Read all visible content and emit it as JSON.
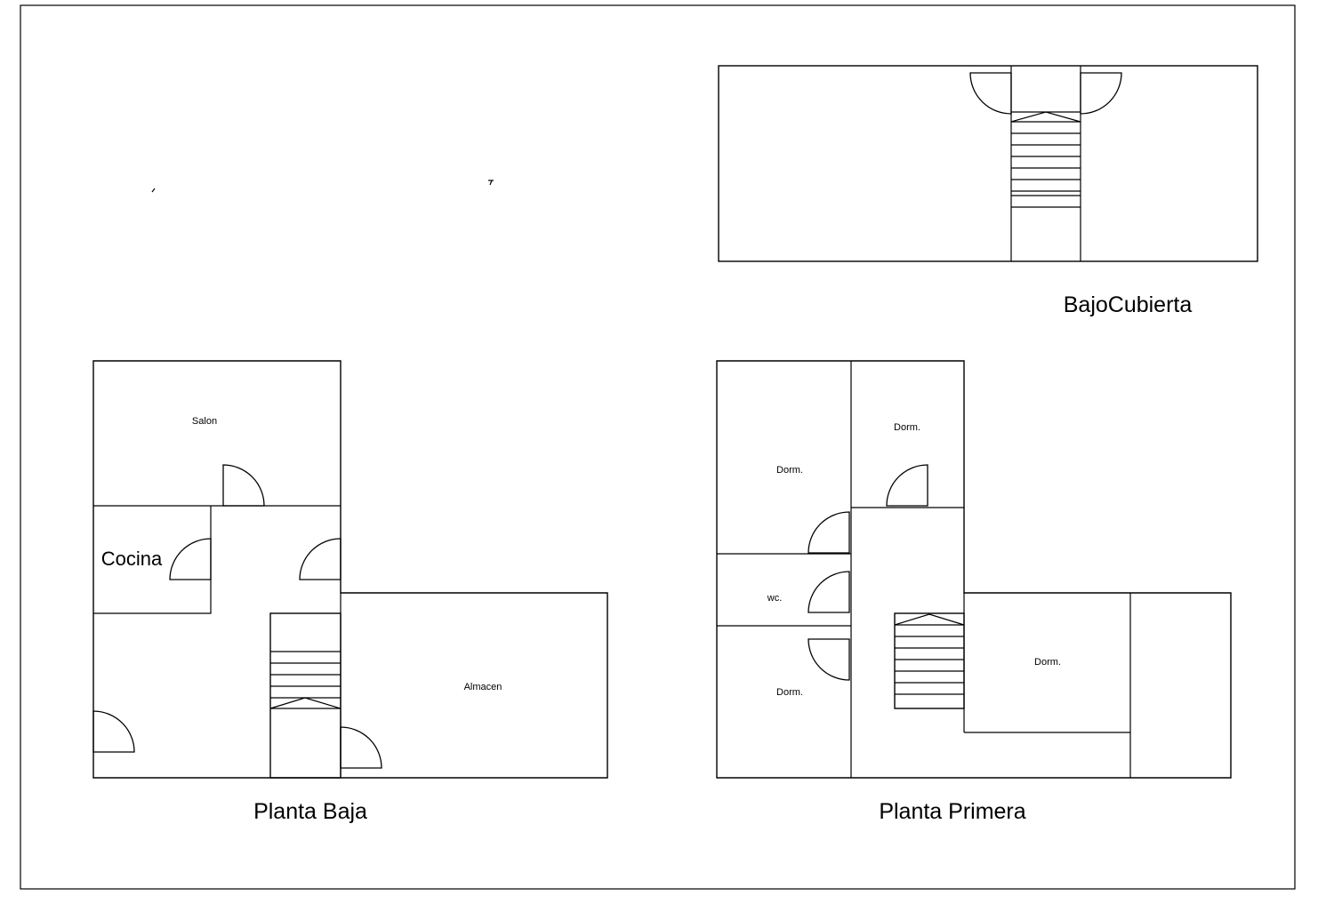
{
  "titles": {
    "bajo_cubierta": "BajoCubierta",
    "planta_baja": "Planta Baja",
    "planta_primera": "Planta Primera"
  },
  "rooms": {
    "salon": "Salon",
    "cocina": "Cocina",
    "almacen": "Almacen",
    "dorm_1": "Dorm.",
    "dorm_2": "Dorm.",
    "dorm_3": "Dorm.",
    "dorm_4": "Dorm.",
    "wc": "wc."
  },
  "colors": {
    "lines": "#000000",
    "background": "#ffffff"
  }
}
